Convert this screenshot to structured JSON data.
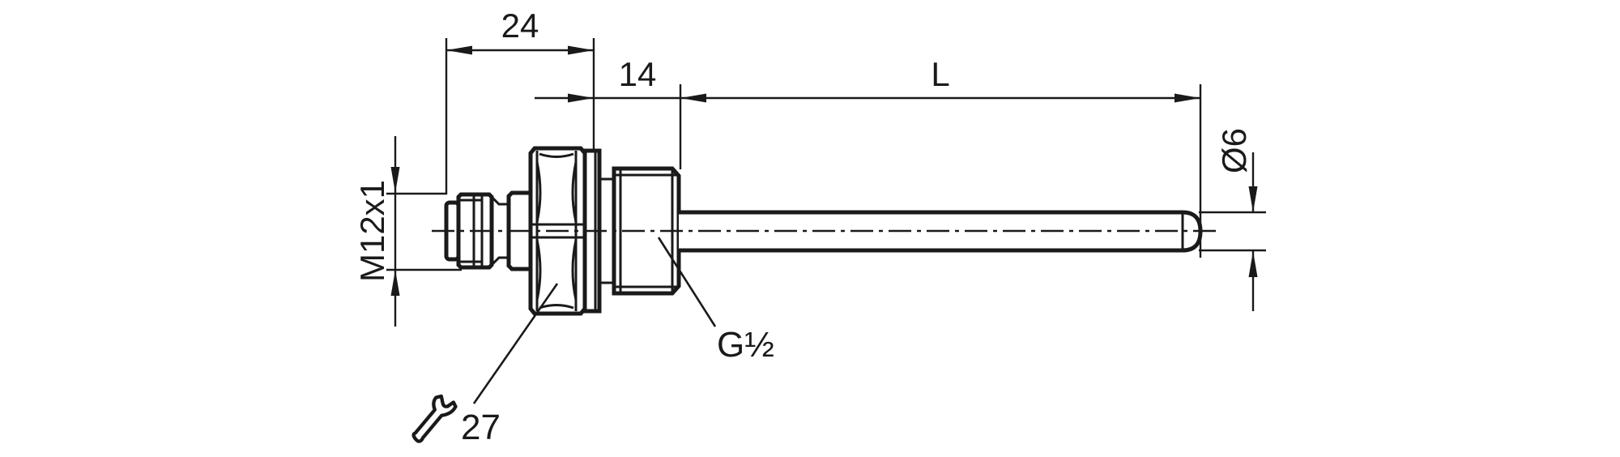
{
  "drawing": {
    "type": "dimensional-drawing",
    "subject": "screw-in temperature probe with M12 connector, G1/2 process thread and 6 mm probe tube",
    "colors": {
      "line": "#1a1a1a",
      "background": "#ffffff"
    },
    "labels": {
      "dim_connector_section_length": "24",
      "dim_process_thread_length": "14",
      "dim_probe_length": "L",
      "connector_thread": "M12x1",
      "dim_probe_diameter": "Ø6",
      "process_thread": "G½",
      "wrench_size": "27"
    },
    "icons": {
      "wrench": "open-end-wrench-icon"
    }
  }
}
